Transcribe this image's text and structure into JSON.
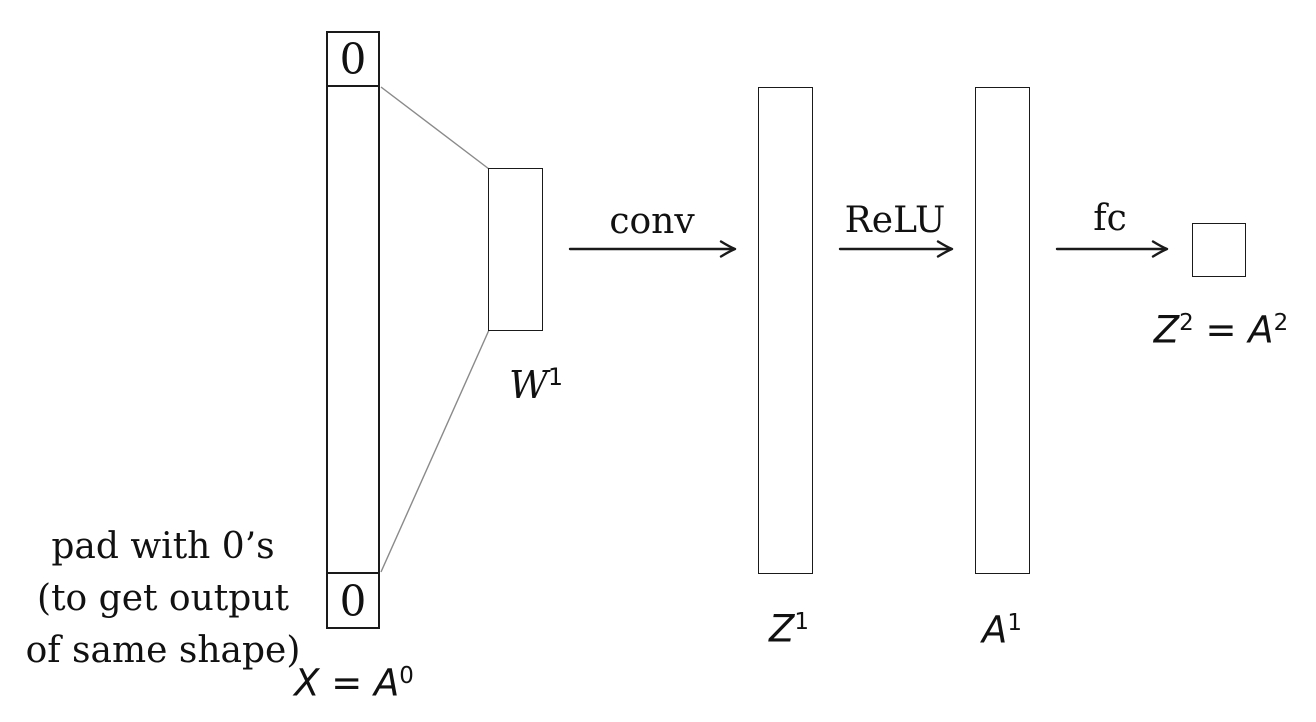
{
  "pad_note": {
    "line1": "pad with 0’s",
    "line2": "(to get output",
    "line3": "of same shape)"
  },
  "input": {
    "top_pad_value": "0",
    "bottom_pad_value": "0",
    "label_base": "X = A",
    "label_sup": "0"
  },
  "kernel": {
    "label_base": "W",
    "label_sup": "1"
  },
  "arrows": {
    "conv": {
      "label": "conv"
    },
    "relu": {
      "label": "ReLU"
    },
    "fc": {
      "label": "fc"
    }
  },
  "z1": {
    "label_base": "Z",
    "label_sup": "1"
  },
  "a1": {
    "label_base": "A",
    "label_sup": "1"
  },
  "output": {
    "label_part1": "Z",
    "label_sup1": "2",
    "label_part2": " = A",
    "label_sup2": "2"
  },
  "colors": {
    "stroke": "#1a1a1a",
    "connector": "#8a8a8a",
    "background": "#ffffff"
  }
}
